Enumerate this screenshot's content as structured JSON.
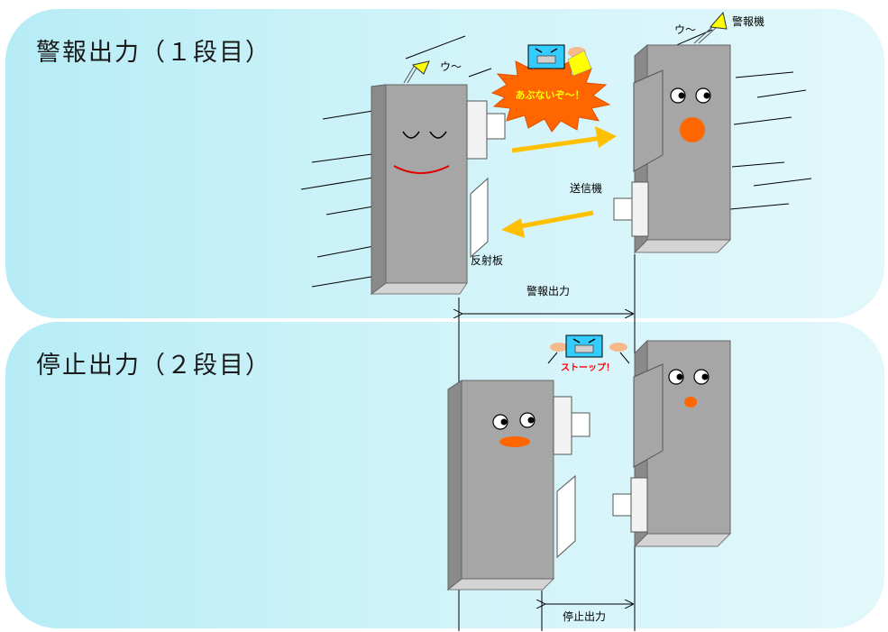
{
  "sections": {
    "top_heading": "警報出力（１段目）",
    "bottom_heading": "停止出力（２段目）"
  },
  "labels": {
    "alarm_device": "警報機",
    "siren_left": "ウ～",
    "siren_right": "ウ～",
    "danger_bubble": "あぶないぞ～！",
    "transmitter": "送信機",
    "reflector": "反射板",
    "alarm_output": "警報出力",
    "stop_bubble": "ストーップ！",
    "stop_output": "停止出力"
  },
  "colors": {
    "panel": "#cff3f9",
    "device_front": "#a6a6a6",
    "device_side": "#7f7f7f",
    "device_top": "#d4d4d4",
    "arrow": "#ffc000",
    "burst": "#ff6600",
    "burst_text": "#ffff00",
    "mouth": "#ff6600",
    "smile": "#e00000",
    "robot_face": "#33ccff",
    "stop_text": "#ff0000"
  }
}
